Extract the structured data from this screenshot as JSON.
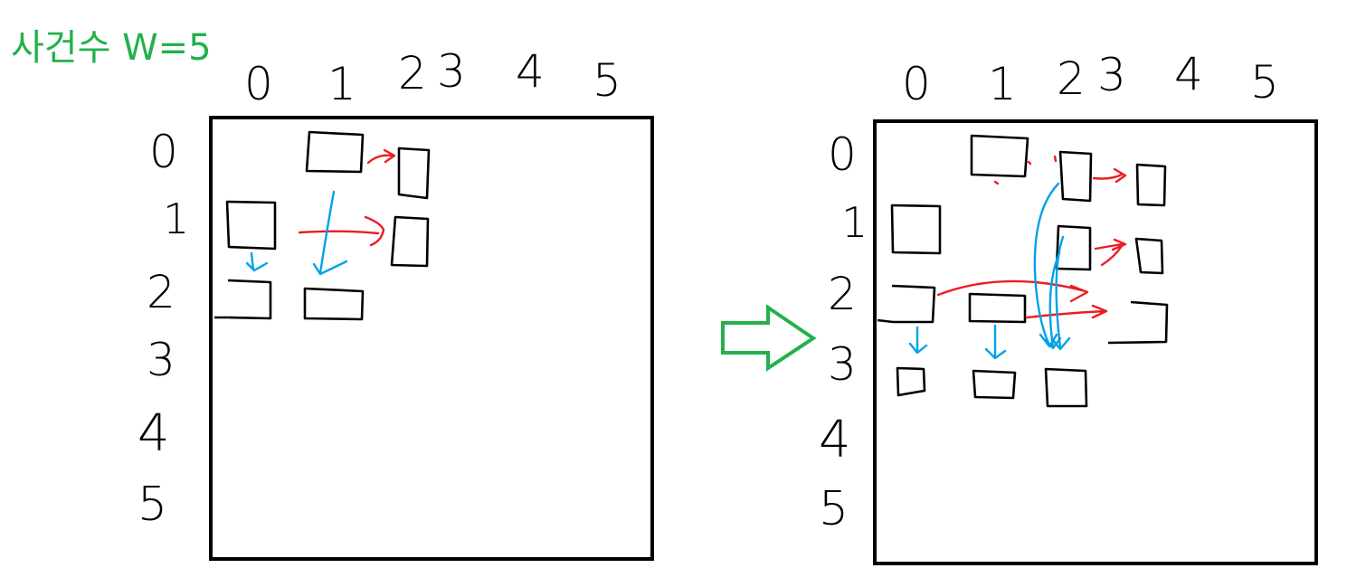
{
  "title": "사건수 W=5",
  "colors": {
    "ink": "#000000",
    "title": "#22b14c",
    "right_move": "#ed1c24",
    "down_move": "#00a2e8",
    "transition_arrow": "#22b14c"
  },
  "left_board": {
    "col_labels": [
      "0",
      "1",
      "2",
      "3",
      "4",
      "5"
    ],
    "row_labels": [
      "0",
      "1",
      "2",
      "3",
      "4",
      "5"
    ]
  },
  "right_board": {
    "col_labels": [
      "0",
      "1",
      "2",
      "3",
      "4",
      "5"
    ],
    "row_labels": [
      "0",
      "1",
      "2",
      "3",
      "4",
      "5"
    ]
  },
  "transition_icon": "right-arrow-outline-icon"
}
